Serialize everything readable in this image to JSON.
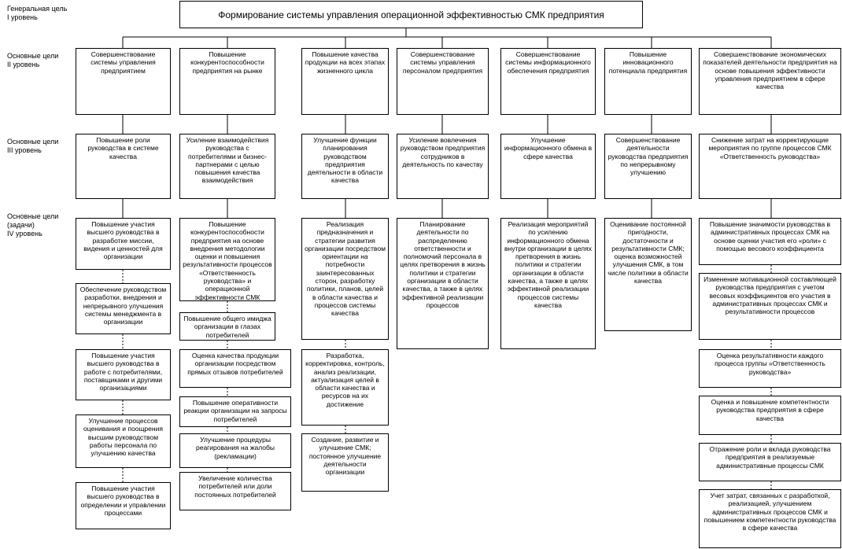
{
  "levels": {
    "l1": "Генеральная цель\nI уровень",
    "l2": "Основные цели\nII уровень",
    "l3": "Основные цели\nIII уровень",
    "l4": "Основные цели\n(задачи)\nIV уровень"
  },
  "general_goal": "Формирование системы управления операционной эффективностью СМК предприятия",
  "level2": [
    "Совершенствование системы управления предприятием",
    "Повышение конкурентоспособности предприятия на рынке",
    "Повышение качества продукции на всех этапах жизненного цикла",
    "Совершенствование системы управления персоналом предприятия",
    "Совершенствование системы информационного обеспечения предприятия",
    "Повышение инновационного потенциала предприятия",
    "Совершенствование экономических показателей деятельности предприятия на основе повышения эффективности управления предприятием в сфере качества"
  ],
  "level3": [
    "Повышение роли руководства в системе качества",
    "Усиление взаимодействия руководства с потребителями и бизнес-партнерами с целью повышения качества взаимодействия",
    "Улучшение функции планирования руководством предприятия деятельности в области качества",
    "Усиление вовлечения руководством предприятия сотрудников в деятельность по качеству",
    "Улучшение информационного обмена в сфере качества",
    "Совершенствование деятельности руководства предприятия по непрерывному улучшению",
    "Снижение затрат на корректирующие мероприятия по группе процессов СМК «Ответственность руководства»"
  ],
  "level4": {
    "col1": [
      "Повышение участия высшего руководства в разработке миссии, видения и ценностей для организации",
      "Обеспечение руководством разработки, внедрения и непрерывного улучшения системы менеджмента в организации",
      "Повышение участия высшего руководства в работе с потребителями, поставщиками и другими организациями",
      "Улучшение процессов оценивания и поощрения высшим руководством работы персонала по улучшению качества",
      "Повышение участия высшего руководства в определении и управлении процессами"
    ],
    "col2": [
      "Повышение конкурентоспособности предприятия на основе внедрения методологии оценки и повышения результативности процессов «Ответственность руководства» и операционной эффективности СМК",
      "Повышение общего имиджа организации в глазах потребителей",
      "Оценка качества продукции организации посредством прямых отзывов потребителей",
      "Повышение оперативности реакции организации на запросы потребителей",
      "Улучшение процедуры реагирования на жалобы (рекламации)",
      "Увеличение количества потребителей или доли постоянных потребителей"
    ],
    "col3": [
      "Реализация предназначения и стратегии развития организации посредством ориентации на потребности заинтересованных сторон, разработку политики, планов, целей в области качества и процессов системы качества",
      "Разработка, корректировка, контроль, анализ реализации, актуализация целей в области качества и ресурсов на их достижение",
      "Создание, развитие и улучшение СМК; постоянное улучшение деятельности организации"
    ],
    "col4": [
      "Планирование деятельности по распределению ответственности и полномочий персонала в целях претворения в жизнь политики и стратегии организации в области качества, а также в целях эффективной реализации процессов"
    ],
    "col5": [
      "Реализация мероприятий по усилению информационного обмена внутри организации в целях претворения в жизнь политики и стратегии организации в области качества, а также в целях эффективной реализации процессов системы качества"
    ],
    "col6": [
      "Оценивание постоянной пригодности, достаточности и результативности СМК; оценка возможностей улучшения СМК, в том числе политики в области качества"
    ],
    "col7": [
      "Повышение значимости руководства в административных процессах СМК на основе оценки участия его «роли» с помощью весового коэффициента",
      "Изменение мотивационной составляющей руководства предприятия с учетом весовых коэффициентов его участия в административных процессах СМК и результативности процессов",
      "Оценка результативности каждого процесса группы «Ответственность руководства»",
      "Оценка и повышение компетентности руководства предприятия в сфере качества",
      "Отражение роли и вклада руководства предприятия в реализуемые административные процессы СМК",
      "Учет затрат, связанных с разработкой, реализацией, улучшением административных процессов СМК и повышением компетентности руководства в сфере качества"
    ]
  }
}
